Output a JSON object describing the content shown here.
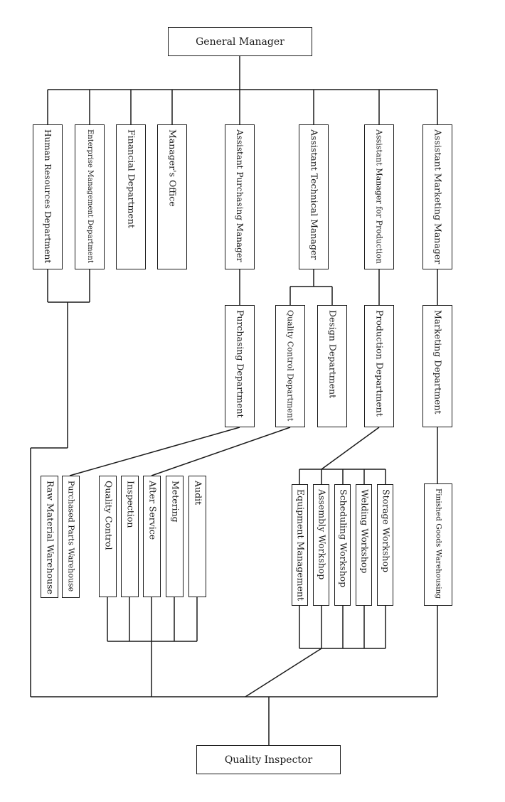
{
  "top": {
    "label": "General Manager"
  },
  "bottom": {
    "label": "Quality Inspector"
  },
  "row1": [
    {
      "id": "hr",
      "label": "Human Resources Department"
    },
    {
      "id": "ent",
      "label": "Enterprise Management Department"
    },
    {
      "id": "fin",
      "label": "Financial Department"
    },
    {
      "id": "office",
      "label": "Manager's Office"
    },
    {
      "id": "apm",
      "label": "Assistant Purchasing Manager"
    },
    {
      "id": "atm",
      "label": "Assistant Technical Manager"
    },
    {
      "id": "amp",
      "label": "Assistant Manager for Production"
    },
    {
      "id": "amm",
      "label": "Assistant Marketing Manager"
    }
  ],
  "row2": [
    {
      "id": "purch",
      "label": "Purchasing Department"
    },
    {
      "id": "qc",
      "label": "Quality Control Department"
    },
    {
      "id": "design",
      "label": "Design Department"
    },
    {
      "id": "prod",
      "label": "Production Department"
    },
    {
      "id": "mkt",
      "label": "Marketing Department"
    }
  ],
  "row3": [
    {
      "id": "rmw",
      "label": "Raw Material Warehouse"
    },
    {
      "id": "ppw",
      "label": "Purchased Parts Warehouse"
    },
    {
      "id": "qcu",
      "label": "Quality Control"
    },
    {
      "id": "insp",
      "label": "Inspection"
    },
    {
      "id": "after",
      "label": "After Service"
    },
    {
      "id": "meter",
      "label": "Metering"
    },
    {
      "id": "audit",
      "label": "Audit"
    },
    {
      "id": "equip",
      "label": "Equipment Management"
    },
    {
      "id": "assy",
      "label": "Assembly Workshop"
    },
    {
      "id": "sched",
      "label": "Scheduling Workshop"
    },
    {
      "id": "weld",
      "label": "Welding Workshop"
    },
    {
      "id": "store",
      "label": "Storage Workshop"
    },
    {
      "id": "fgw",
      "label": "Finished Goods Warehousing"
    }
  ]
}
